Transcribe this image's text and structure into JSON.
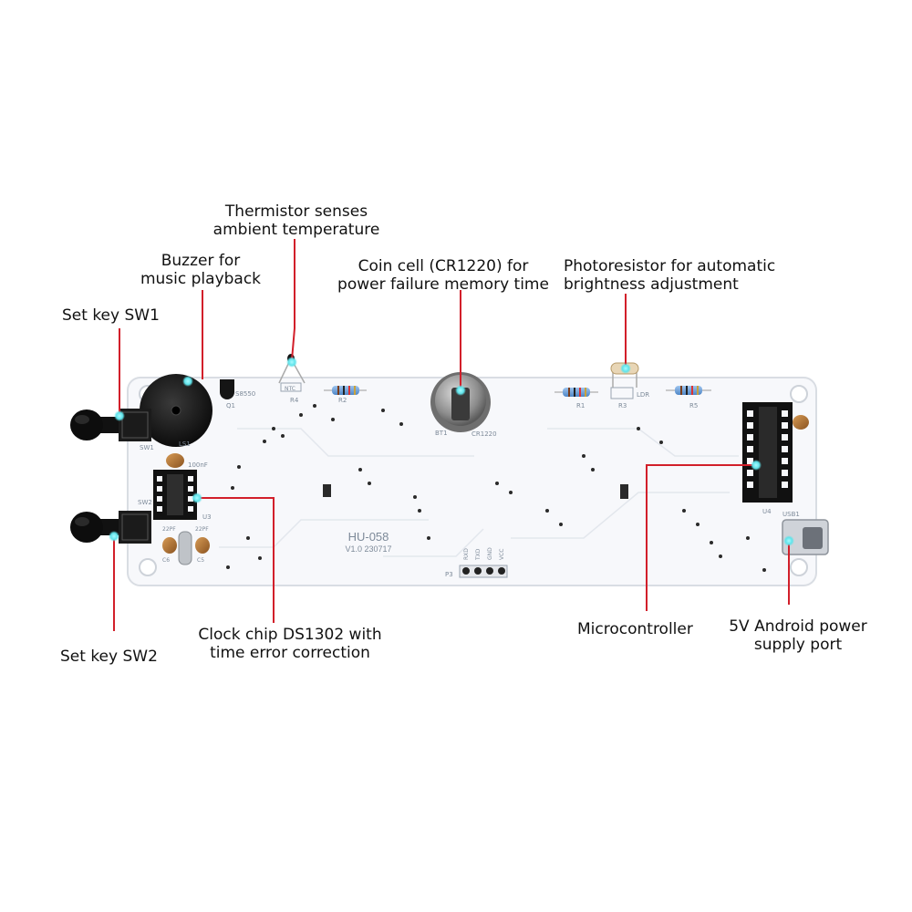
{
  "annotations": {
    "thermistor": {
      "line1": "Thermistor senses",
      "line2": "ambient temperature"
    },
    "buzzer": {
      "line1": "Buzzer for",
      "line2": "music playback"
    },
    "coin_cell": {
      "line1": "Coin cell (CR1220) for",
      "line2": "power failure memory time"
    },
    "photoresistor": {
      "line1": "Photoresistor for automatic",
      "line2": "brightness adjustment"
    },
    "set_key_sw1": {
      "line1": "Set key SW1"
    },
    "set_key_sw2": {
      "line1": "Set key SW2"
    },
    "clock_chip": {
      "line1": "Clock chip DS1302 with",
      "line2": "time error correction"
    },
    "microcontroller": {
      "line1": "Microcontroller"
    },
    "power_port": {
      "line1": "5V Android power",
      "line2": "supply port"
    }
  },
  "board": {
    "model": "HU-058",
    "version": "V1.0 230717",
    "silkscreen": {
      "q1": "Q1",
      "s8550": "S8550",
      "ntc": "NTC",
      "r4": "R4",
      "r2": "R2",
      "bt1": "BT1",
      "cr1220": "CR1220",
      "r1": "R1",
      "r3": "R3",
      "ldr": "LDR",
      "r5": "R5",
      "ls1": "LS1",
      "sw1": "SW1",
      "sw2": "SW2",
      "c100nf": "100nF",
      "u3": "U3",
      "c22pf_1": "22PF",
      "c22pf_2": "22PF",
      "c6": "C6",
      "c5": "C5",
      "u4": "U4",
      "usb1": "USB1",
      "p3": "P3",
      "pin_vcc": "VCC",
      "pin_gnd": "GND",
      "pin_txd": "TXD",
      "pin_rxd": "RXD"
    }
  },
  "colors": {
    "board": "#f7f8fb",
    "callout_line": "#d21f2a",
    "marker": "#5fe3ea",
    "ic": "#1c1c1c"
  }
}
